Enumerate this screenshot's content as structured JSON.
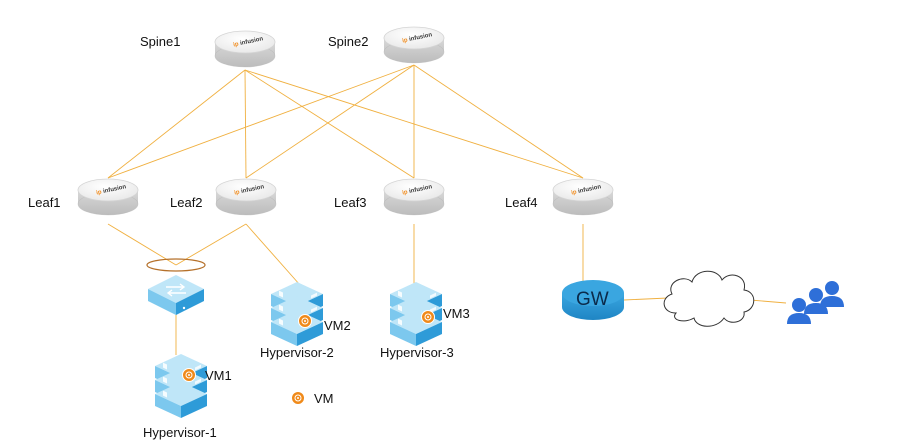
{
  "brand": {
    "logo_text": "infusion",
    "logo_prefix": "ip"
  },
  "spines": [
    {
      "id": "spine1",
      "label": "Spine1"
    },
    {
      "id": "spine2",
      "label": "Spine2"
    }
  ],
  "leaves": [
    {
      "id": "leaf1",
      "label": "Leaf1"
    },
    {
      "id": "leaf2",
      "label": "Leaf2"
    },
    {
      "id": "leaf3",
      "label": "Leaf3"
    },
    {
      "id": "leaf4",
      "label": "Leaf4"
    }
  ],
  "hypervisors": [
    {
      "id": "hv1",
      "label": "Hypervisor-1",
      "vm_label": "VM1"
    },
    {
      "id": "hv2",
      "label": "Hypervisor-2",
      "vm_label": "VM2"
    },
    {
      "id": "hv3",
      "label": "Hypervisor-3",
      "vm_label": "VM3"
    }
  ],
  "gateway": {
    "label": "GW"
  },
  "legend": {
    "vm_label": "VM"
  },
  "colors": {
    "link": "#f0b040",
    "router_top": "#f4f4f4",
    "router_side": "#c9c9c9",
    "server_light": "#9fd8f4",
    "server_dark": "#2e9bd8",
    "vm_badge": "#f08a1a",
    "users": "#2e6fd8",
    "lag_ring": "#b5702a",
    "gw": "#2e9bd8"
  }
}
